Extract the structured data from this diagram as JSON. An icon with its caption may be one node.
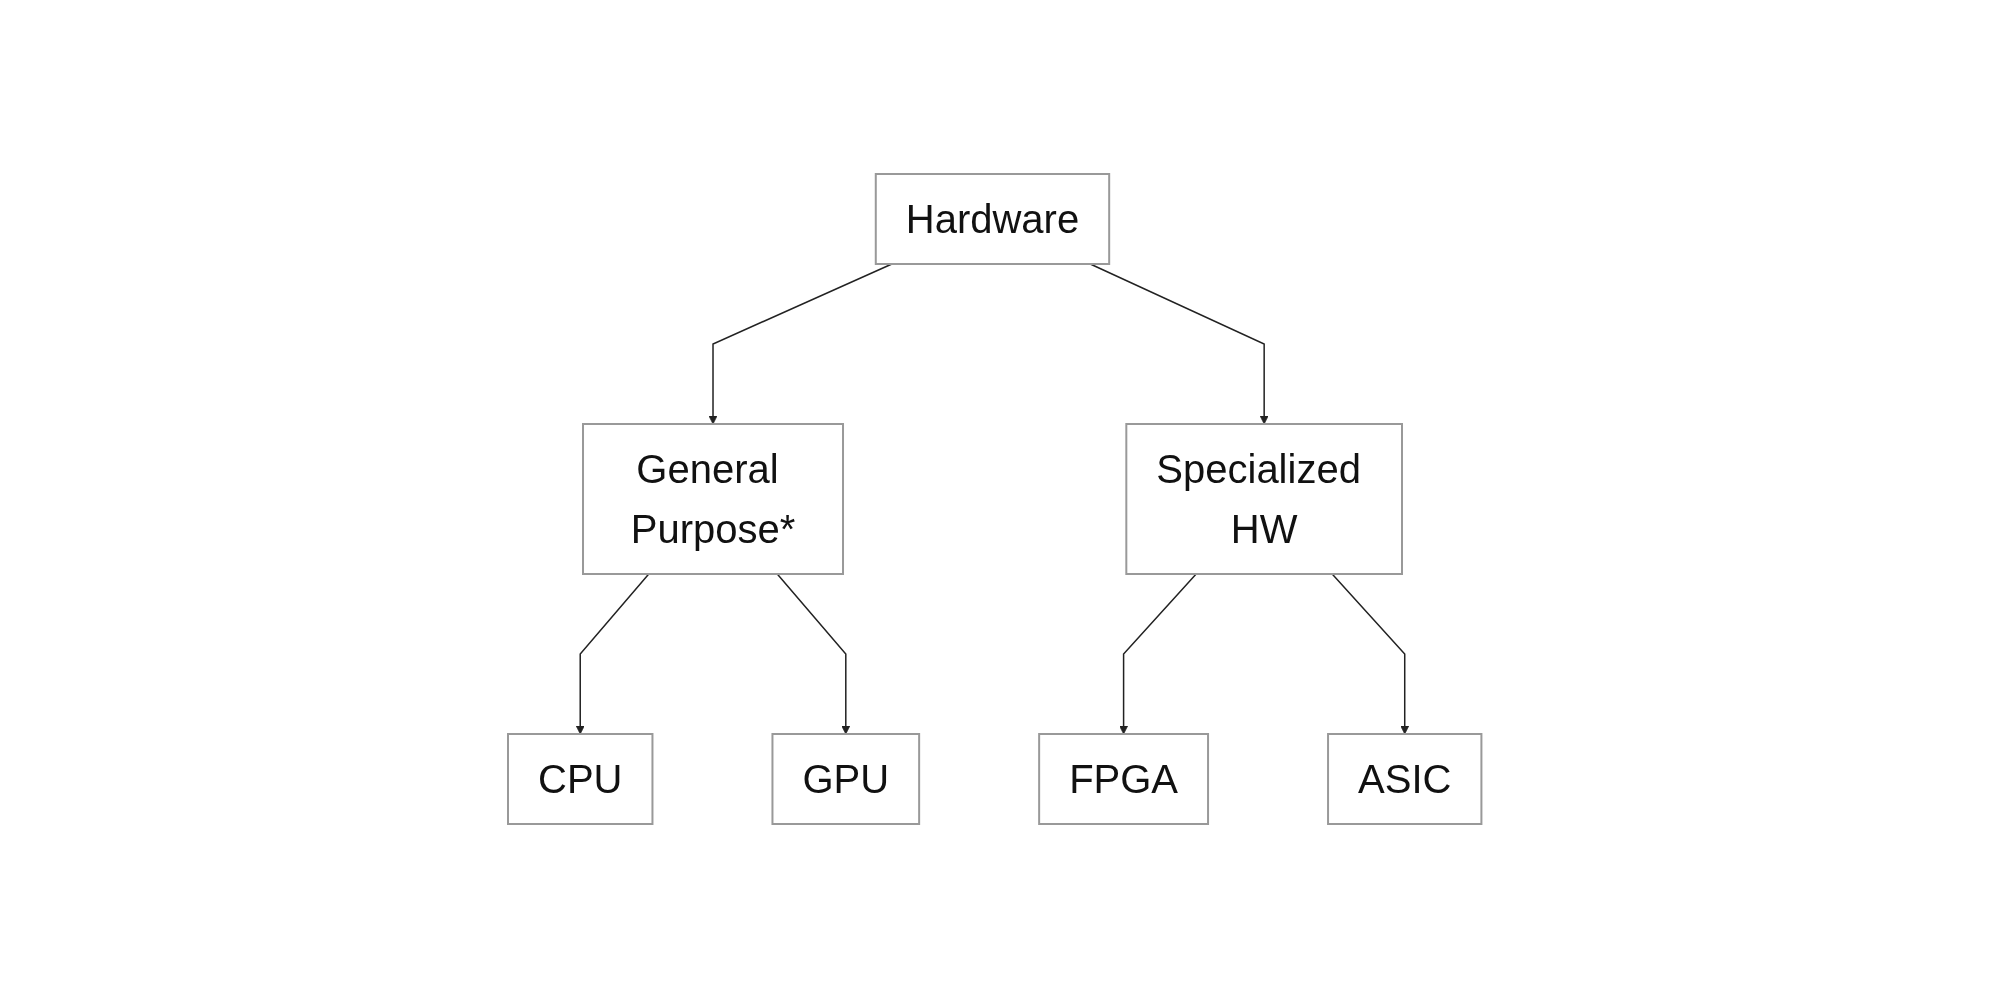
{
  "diagram": {
    "nodes": [
      {
        "text": [
          "Hardware"
        ]
      },
      {
        "text": [
          "General Purpose*"
        ]
      },
      {
        "text": [
          "Specialized HW"
        ]
      },
      {
        "text": [
          "CPU"
        ]
      },
      {
        "text": [
          "GPU"
        ]
      },
      {
        "text": [
          "FPGA"
        ]
      },
      {
        "text": [
          "ASIC"
        ]
      }
    ],
    "edges": [
      {
        "from": 0,
        "to": 1,
        "arrow": "to"
      },
      {
        "from": 0,
        "to": 2,
        "arrow": "to"
      },
      {
        "from": 1,
        "to": 3,
        "arrow": "to"
      },
      {
        "from": 1,
        "to": 4,
        "arrow": "to"
      },
      {
        "from": 2,
        "to": 5,
        "arrow": "to"
      },
      {
        "from": 2,
        "to": 6,
        "arrow": "to"
      }
    ]
  }
}
